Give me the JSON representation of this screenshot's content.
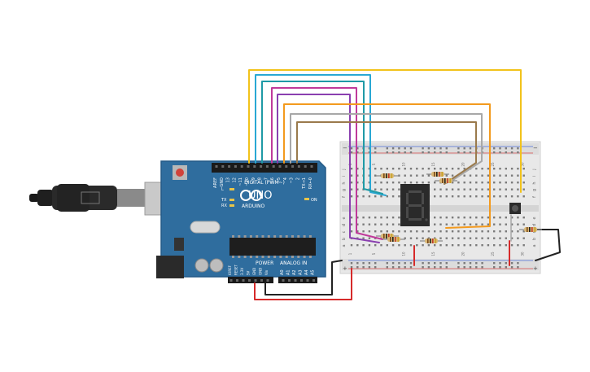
{
  "arduino": {
    "brand": "UNO",
    "logo_text": "ARDUINO",
    "digital_header": "DIGITAL (PWM~)",
    "power_header": "POWER",
    "analog_header": "ANALOG IN",
    "led_labels": {
      "l": "L",
      "tx": "TX",
      "rx": "RX",
      "on": "ON"
    },
    "digital_pins": [
      "AREF",
      "GND",
      "13",
      "12",
      "~11",
      "~10",
      "~9",
      "8",
      "7",
      "~6",
      "~5",
      "4",
      "~3",
      "2",
      "TX→1",
      "RX←0"
    ],
    "power_pins": [
      "IOREF",
      "RESET",
      "3.3V",
      "5V",
      "GND",
      "GND",
      "Vin"
    ],
    "analog_pins": [
      "A0",
      "A1",
      "A2",
      "A3",
      "A4",
      "A5"
    ]
  },
  "breadboard": {
    "col_numbers": [
      "1",
      "5",
      "10",
      "15",
      "20",
      "25",
      "30"
    ],
    "row_letters_top": [
      "j",
      "i",
      "h",
      "g",
      "f"
    ],
    "row_letters_bottom": [
      "e",
      "d",
      "c",
      "b",
      "a"
    ],
    "rail_minus": "−",
    "rail_plus": "+"
  },
  "colors": {
    "board_blue": "#2f6d9e",
    "board_dark": "#235a87",
    "wire_yellow": "#f2c31b",
    "wire_cyan": "#29a8d4",
    "wire_teal": "#1f9aa6",
    "wire_magenta": "#c0399a",
    "wire_purple": "#8a3fb0",
    "wire_orange": "#f39a1e",
    "wire_gray": "#a8a8a8",
    "wire_brown": "#9a7a4c",
    "wire_red": "#d62a2a",
    "wire_black": "#222222"
  },
  "icons": {
    "usb": "usb-cable-icon",
    "display": "seven-segment-display-icon",
    "button": "push-button-icon",
    "resistor": "resistor-icon"
  }
}
